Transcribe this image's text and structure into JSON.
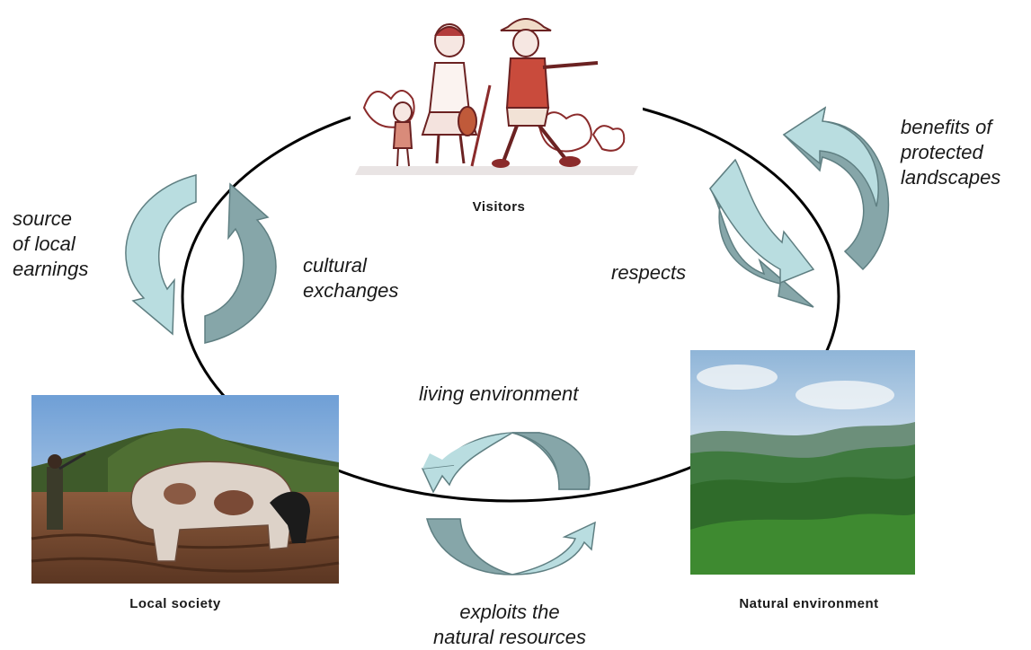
{
  "nodes": {
    "visitors": {
      "label": "Visitors"
    },
    "local_society": {
      "label": "Local society"
    },
    "natural_environment": {
      "label": "Natural environment"
    }
  },
  "relations": {
    "source_of_local_earnings": [
      "source",
      "of local",
      "earnings"
    ],
    "cultural_exchanges": [
      "cultural",
      "exchanges"
    ],
    "benefits_of_protected_landscapes": [
      "benefits of",
      "protected",
      "landscapes"
    ],
    "respects": [
      "respects"
    ],
    "living_environment": [
      "living environment"
    ],
    "exploits_natural_resources": [
      "exploits the",
      "natural resources"
    ]
  },
  "colors": {
    "arrow_light": "#b9dde0",
    "arrow_dark": "#86a6a9",
    "arrow_stroke": "#5f7f82",
    "ellipse": "#000000"
  }
}
